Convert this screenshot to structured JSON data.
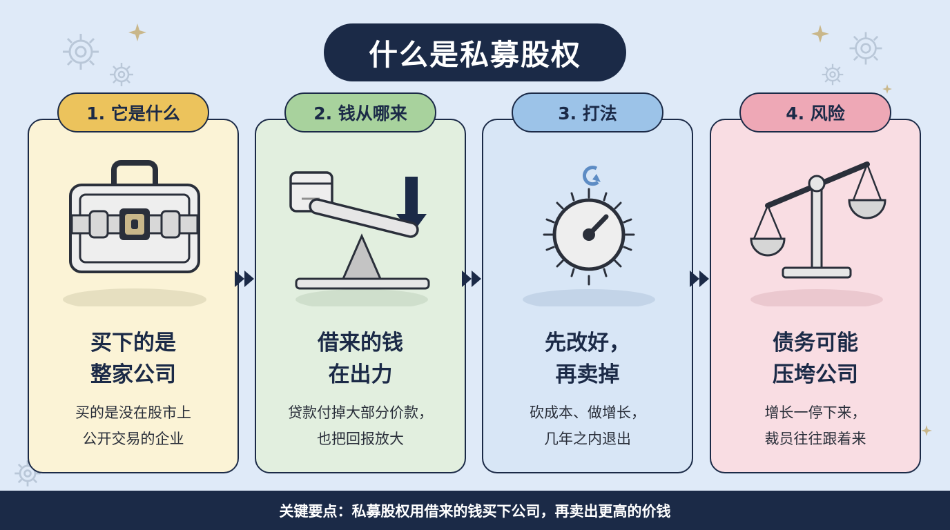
{
  "title": "什么是私募股权",
  "colors": {
    "navy": "#1b2a47",
    "background": "#dfeaf8",
    "card1": "#fbf3d6",
    "tab1": "#ecc35c",
    "card2": "#e2efdf",
    "tab2": "#a8d29d",
    "card3": "#d8e6f6",
    "tab3": "#9cc3e8",
    "card4": "#f9dde3",
    "tab4": "#eea8b6"
  },
  "steps": [
    {
      "tab": "1. 它是什么",
      "icon": "safe-briefcase-icon",
      "heading": [
        "买下的是",
        "整家公司"
      ],
      "desc": [
        "买的是没在股市上",
        "公开交易的企业"
      ]
    },
    {
      "tab": "2. 钱从哪来",
      "icon": "seesaw-leverage-icon",
      "heading": [
        "借来的钱",
        "在出力"
      ],
      "desc": [
        "贷款付掉大部分价款，",
        "也把回报放大"
      ]
    },
    {
      "tab": "3. 打法",
      "icon": "stopwatch-icon",
      "heading": [
        "先改好，",
        "再卖掉"
      ],
      "desc": [
        "砍成本、做增长，",
        "几年之内退出"
      ]
    },
    {
      "tab": "4. 风险",
      "icon": "tilted-scale-icon",
      "heading": [
        "债务可能",
        "压垮公司"
      ],
      "desc": [
        "增长一停下来，",
        "裁员往往跟着来"
      ]
    }
  ],
  "footer": "关键要点：私募股权用借来的钱买下公司，再卖出更高的价钱"
}
